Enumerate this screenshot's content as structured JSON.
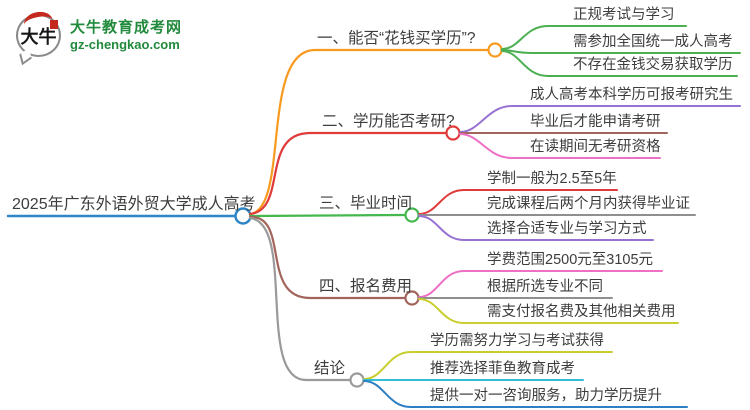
{
  "logo": {
    "icon_text": "大牛",
    "title": "大牛教育成考网",
    "url": "gz-chengkao.com",
    "brand_green": "#218a3c",
    "brand_red": "#c5281c"
  },
  "root": {
    "label": "2025年广东外语外贸大学成人高考",
    "color": "#2e86c6"
  },
  "branches": [
    {
      "label": "一、能否“花钱买学历”?",
      "color": "#f79b1f",
      "children": [
        {
          "label": "正规考试与学习",
          "color": "#4caf50"
        },
        {
          "label": "需参加全国统一成人高考",
          "color": "#4caf50"
        },
        {
          "label": "不存在金钱交易获取学历",
          "color": "#4caf50"
        }
      ]
    },
    {
      "label": "二、学历能否考研?",
      "color": "#e03b3b",
      "children": [
        {
          "label": "成人高考本科学历可报考研究生",
          "color": "#9872d2"
        },
        {
          "label": "毕业后才能申请考研",
          "color": "#a2655c"
        },
        {
          "label": "在读期间无考研资格",
          "color": "#ee6fc3"
        }
      ]
    },
    {
      "label": "三、毕业时间",
      "color": "#44b84c",
      "children": [
        {
          "label": "学制一般为2.5至5年",
          "color": "#e03b3b"
        },
        {
          "label": "完成课程后两个月内获得毕业证",
          "color": "#8f8f8f"
        },
        {
          "label": "选择合适专业与学习方式",
          "color": "#9872d2"
        }
      ]
    },
    {
      "label": "四、报名费用",
      "color": "#a2655c",
      "children": [
        {
          "label": "学费范围2500元至3105元",
          "color": "#ee6fc3"
        },
        {
          "label": "根据所选专业不同",
          "color": "#8f8f8f"
        },
        {
          "label": "需支付报名费及其他相关费用",
          "color": "#c9ce2f"
        }
      ]
    },
    {
      "label": "结论",
      "color": "#9a9a9a",
      "children": [
        {
          "label": "学历需努力学习与考试获得",
          "color": "#c9ce2f"
        },
        {
          "label": "推荐选择菲鱼教育成考",
          "color": "#35bdd8"
        },
        {
          "label": "提供一对一咨询服务，助力学历提升",
          "color": "#2d7fc4"
        }
      ]
    }
  ]
}
